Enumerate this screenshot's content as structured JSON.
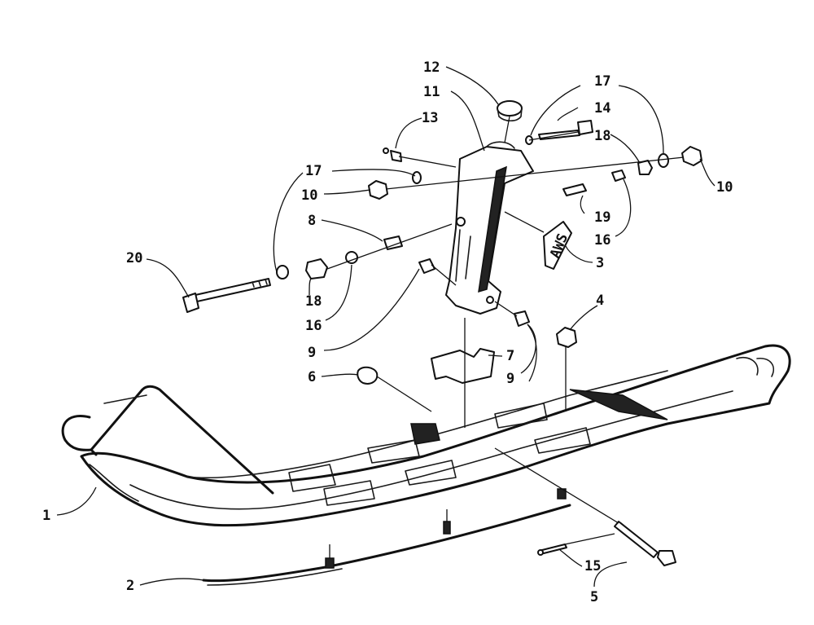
{
  "callouts": [
    {
      "id": "c1",
      "text": "1"
    },
    {
      "id": "c2",
      "text": "2"
    },
    {
      "id": "c3",
      "text": "3"
    },
    {
      "id": "c4",
      "text": "4"
    },
    {
      "id": "c5",
      "text": "5"
    },
    {
      "id": "c6",
      "text": "6"
    },
    {
      "id": "c7",
      "text": "7"
    },
    {
      "id": "c8",
      "text": "8"
    },
    {
      "id": "c9a",
      "text": "9"
    },
    {
      "id": "c9b",
      "text": "9"
    },
    {
      "id": "c10a",
      "text": "10"
    },
    {
      "id": "c10b",
      "text": "10"
    },
    {
      "id": "c11",
      "text": "11"
    },
    {
      "id": "c12",
      "text": "12"
    },
    {
      "id": "c13",
      "text": "13"
    },
    {
      "id": "c14",
      "text": "14"
    },
    {
      "id": "c15",
      "text": "15"
    },
    {
      "id": "c16a",
      "text": "16"
    },
    {
      "id": "c16b",
      "text": "16"
    },
    {
      "id": "c17a",
      "text": "17"
    },
    {
      "id": "c17b",
      "text": "17"
    },
    {
      "id": "c18a",
      "text": "18"
    },
    {
      "id": "c18b",
      "text": "18"
    },
    {
      "id": "c19",
      "text": "19"
    },
    {
      "id": "c20",
      "text": "20"
    }
  ],
  "decal_text": "AWS"
}
